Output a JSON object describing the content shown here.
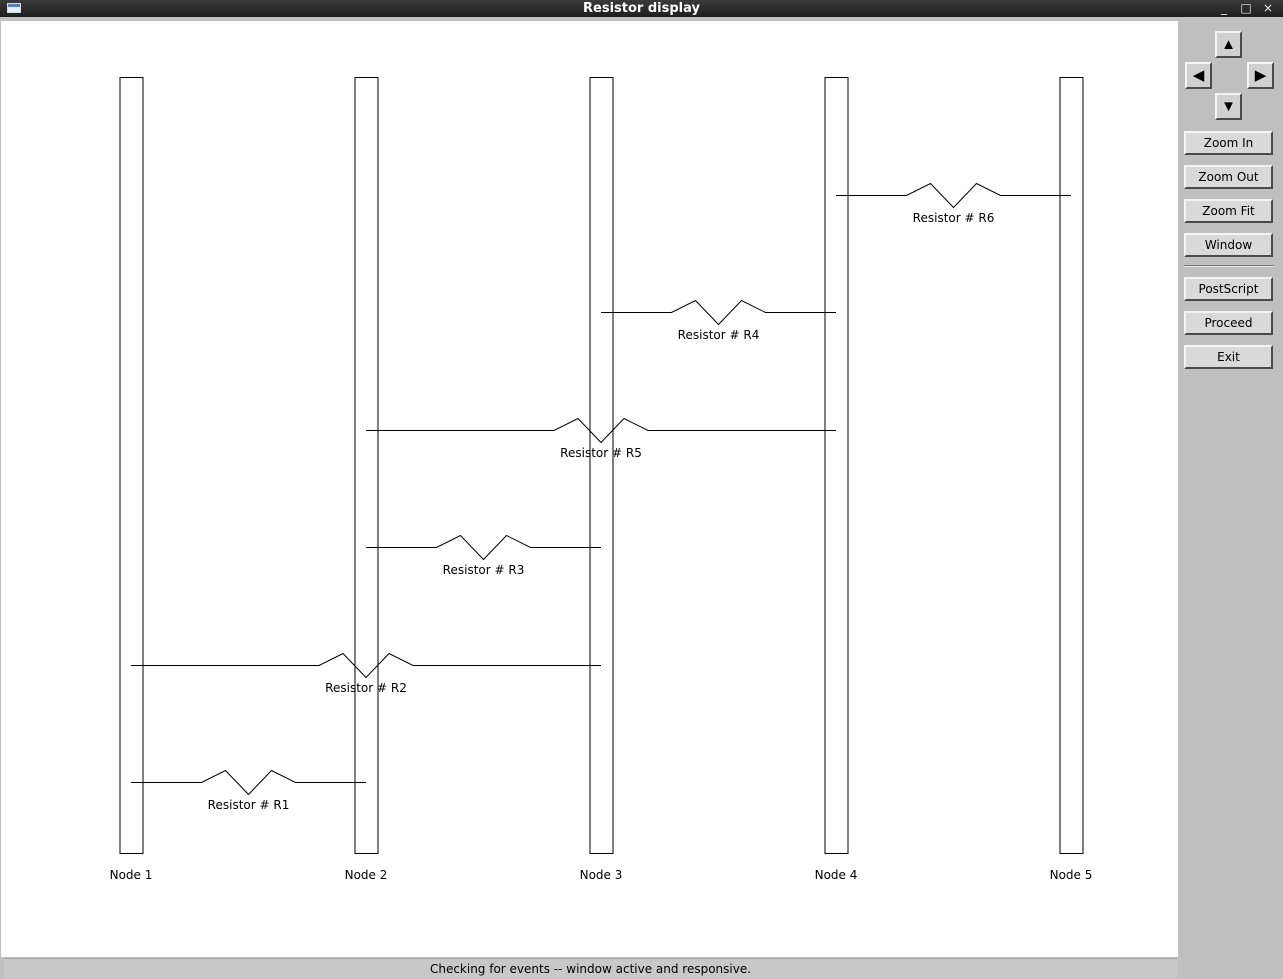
{
  "window": {
    "title": "Resistor display",
    "minimize_glyph": "_",
    "maximize_glyph": "□",
    "close_glyph": "×"
  },
  "nav": {
    "up": "▲",
    "left": "◀",
    "right": "▶",
    "down": "▼"
  },
  "buttons": {
    "zoom_in": "Zoom In",
    "zoom_out": "Zoom Out",
    "zoom_fit": "Zoom Fit",
    "window": "Window",
    "postscript": "PostScript",
    "proceed": "Proceed",
    "exit": "Exit"
  },
  "status": "Checking for events -- window active and responsive.",
  "circuit": {
    "nodes": [
      {
        "id": 1,
        "label": "Node 1"
      },
      {
        "id": 2,
        "label": "Node 2"
      },
      {
        "id": 3,
        "label": "Node 3"
      },
      {
        "id": 4,
        "label": "Node 4"
      },
      {
        "id": 5,
        "label": "Node 5"
      }
    ],
    "resistors": [
      {
        "label": "Resistor # R1",
        "from": 1,
        "to": 2
      },
      {
        "label": "Resistor # R2",
        "from": 1,
        "to": 3
      },
      {
        "label": "Resistor # R3",
        "from": 2,
        "to": 3
      },
      {
        "label": "Resistor # R5",
        "from": 2,
        "to": 4
      },
      {
        "label": "Resistor # R4",
        "from": 3,
        "to": 4
      },
      {
        "label": "Resistor # R6",
        "from": 4,
        "to": 5
      }
    ]
  }
}
